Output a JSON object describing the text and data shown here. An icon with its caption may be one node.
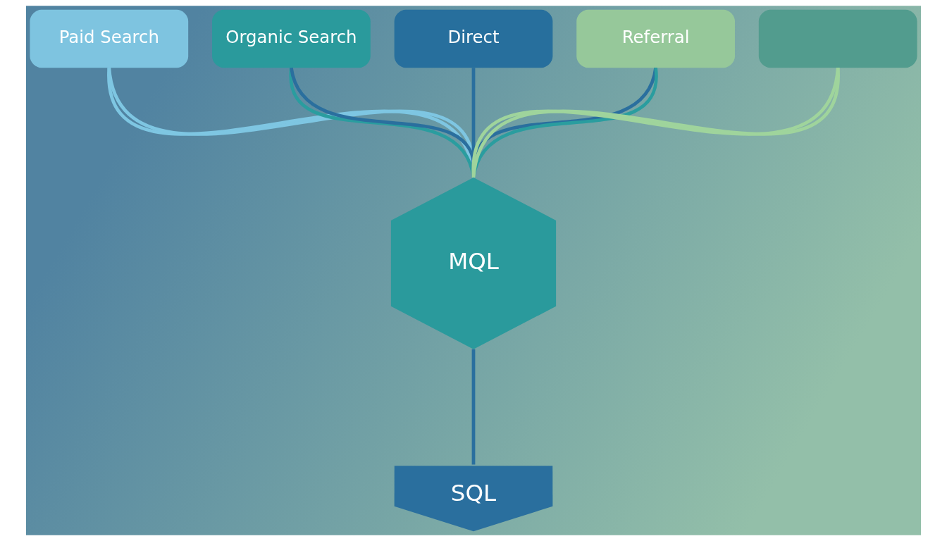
{
  "diagram": {
    "nodes": [
      {
        "text": [
          "Paid Search"
        ]
      },
      {
        "text": [
          "Organic Search"
        ]
      },
      {
        "text": [
          "Direct"
        ]
      },
      {
        "text": [
          "Referral"
        ]
      },
      {
        "text": [],
        "shape": "box"
      },
      {
        "text": [
          "MQL"
        ]
      },
      {
        "text": [
          "SQL"
        ]
      }
    ],
    "edges": [
      {
        "from": 0,
        "to": 5,
        "arrow": "none",
        "color": "#7ec6e2"
      },
      {
        "from": 0,
        "to": 5,
        "arrow": "none",
        "color": "#7ec6e2"
      },
      {
        "from": 1,
        "to": 5,
        "arrow": "none",
        "color": "#2a9d9f"
      },
      {
        "from": 1,
        "to": 5,
        "arrow": "none",
        "color": "#2a6f9e"
      },
      {
        "from": 2,
        "to": 5,
        "arrow": "none",
        "color": "#2a6f9e"
      },
      {
        "from": 3,
        "to": 5,
        "arrow": "none",
        "color": "#2a6f9e"
      },
      {
        "from": 3,
        "to": 5,
        "arrow": "none",
        "color": "#2a9d9f"
      },
      {
        "from": 4,
        "to": 5,
        "arrow": "none",
        "color": "#9fd49c"
      },
      {
        "from": 4,
        "to": 5,
        "arrow": "none",
        "color": "#9fd49c"
      },
      {
        "from": 5,
        "to": 6,
        "arrow": "none",
        "color": "#2a6f9e"
      }
    ]
  }
}
